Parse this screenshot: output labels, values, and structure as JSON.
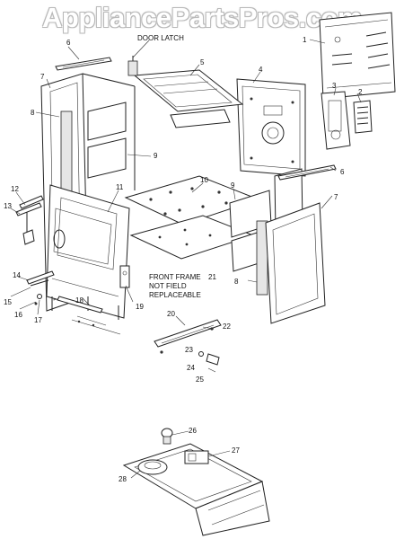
{
  "watermark": "AppliancePartsPros.com",
  "notes": {
    "door_latch": "DOOR LATCH",
    "front_frame_line1": "FRONT FRAME",
    "front_frame_line2": "NOT FIELD",
    "front_frame_line3": "REPLACEABLE"
  },
  "callouts": {
    "c1": "1",
    "c2": "2",
    "c3": "3",
    "c4": "4",
    "c5": "5",
    "c6a": "6",
    "c6b": "6",
    "c7a": "7",
    "c7b": "7",
    "c8a": "8",
    "c8b": "8",
    "c9a": "9",
    "c9b": "9",
    "c10": "10",
    "c11": "11",
    "c12": "12",
    "c13": "13",
    "c14": "14",
    "c15": "15",
    "c16": "16",
    "c17": "17",
    "c18": "18",
    "c19": "19",
    "c20": "20",
    "c21": "21",
    "c22": "22",
    "c23": "23",
    "c24": "24",
    "c25": "25",
    "c26": "26",
    "c27": "27",
    "c28": "28"
  }
}
